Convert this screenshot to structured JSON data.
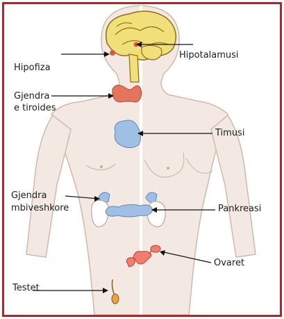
{
  "labels": {
    "hipofiza": "Hipofiza",
    "hipotalamusi": "Hipotalamusi",
    "tiroides_1": "Gjendra",
    "tiroides_2": "e tiroides",
    "timusi": "Timusi",
    "mbiveshkore_1": "Gjendra",
    "mbiveshkore_2": "mbiveshkore",
    "pankreasi": "Pankreasi",
    "ovaret": "Ovaret",
    "testet": "Testet"
  },
  "colors": {
    "frame": "#b3242a",
    "body_fill": "#f3e9e2",
    "body_outline": "#cfb9aa",
    "brain": "#f1df7a",
    "gland_blue": "#9fc0e4",
    "red_gland": "#d9583d",
    "thyroid": "#e5745c",
    "ovary": "#f07d6e",
    "testis": "#e8a23e"
  }
}
